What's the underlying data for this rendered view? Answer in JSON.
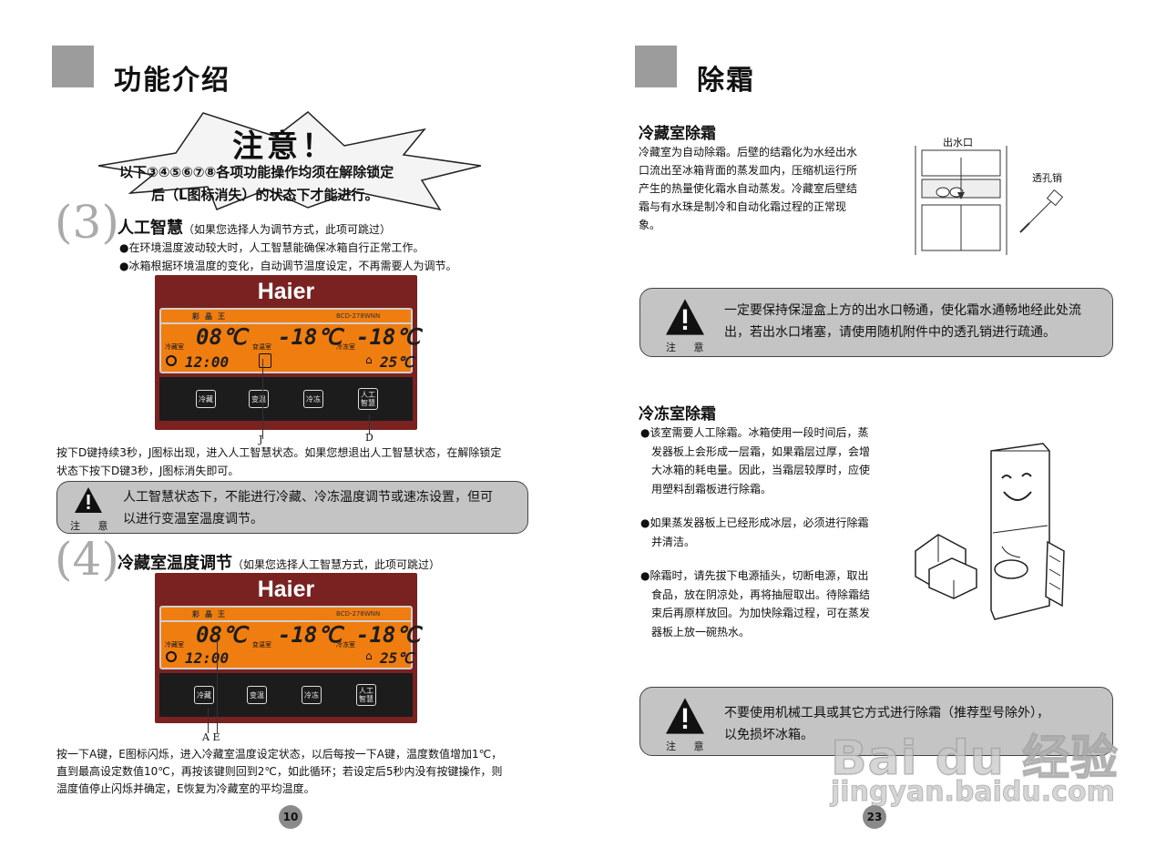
{
  "left": {
    "section_title": "功能介绍",
    "notice": {
      "title": "注意！",
      "line1": "以下③④⑤⑥⑦⑧各项功能操作均须在解除锁定",
      "line2": "后（L图标消失）的状态下才能进行。"
    },
    "item3": {
      "number": "(3)",
      "title": "人工智慧",
      "subtitle": "（如果您选择人为调节方式，此项可跳过）",
      "bullet1": "●在环境温度波动较大时，人工智慧能确保冰箱自行正常工作。",
      "bullet2": "●冰箱根据环境温度的变化，自动调节温度设定，不再需要人为调节。",
      "desc1": "按下D键持续3秒，J图标出现，进入人工智慧状态。如果您想退出人工智慧状态，在解除锁定",
      "desc2": "状态下按下D键3秒，J图标消失即可。",
      "warning1": "人工智慧状态下，不能进行冷藏、冷冻温度调节或速冻设置，但可",
      "warning2": "以进行变温室温度调节。",
      "warning_label": "注 意",
      "pointer_j": "J",
      "pointer_d": "D"
    },
    "item4": {
      "number": "(4)",
      "title": "冷藏室温度调节",
      "subtitle": "（如果您选择人工智慧方式，此项可跳过）",
      "pointer_ae": "A E",
      "desc1": "按一下A键，E图标闪烁，进入冷藏室温度设定状态，以后每按一下A键，温度数值增加1℃，",
      "desc2": "直到最高设定数值10℃，再按该键则回到2℃，如此循环；若设定后5秒内没有按键操作，则",
      "desc3": "温度值停止闪烁并确定，E恢复为冷藏室的平均温度。"
    },
    "panel": {
      "logo": "Haier",
      "brand": "彩晶王",
      "model": "BCD-278WNN",
      "fridge_label": "冷藏室",
      "variable_label": "变温室",
      "freezer_label": "冷冻室",
      "fridge_temp": "08℃",
      "variable_temp": "-18℃",
      "freezer_temp": "-18℃",
      "clock": "12:00",
      "ambient": "25℃",
      "key1": "冷藏",
      "key2": "变温",
      "key3": "冷冻",
      "key4": "人工智慧"
    },
    "page_number": "10"
  },
  "right": {
    "section_title": "除霜",
    "fridge_defrost": {
      "title": "冷藏室除霜",
      "p1": "冷藏室为自动除霜。后壁的结霜化为水经出水",
      "p2": "口流出至冰箱背面的蒸发皿内，压缩机运行所",
      "p3": "产生的热量使化霜水自动蒸发。冷藏室后壁结",
      "p4": "霜与有水珠是制冷和自动化霜过程的正常现",
      "p5": "象。",
      "label_outlet": "出水口",
      "label_pin": "透孔销"
    },
    "warning1": {
      "line1": "一定要保持保湿盒上方的出水口畅通，使化霜水通畅地经此处流",
      "line2": "出，若出水口堵塞，请使用随机附件中的透孔销进行疏通。",
      "label": "注 意"
    },
    "freezer_defrost": {
      "title": "冷冻室除霜",
      "b1": [
        "●该室需要人工除霜。冰箱使用一段时间后，蒸",
        "发器板上会形成一层霜，如果霜层过厚，会增",
        "大冰箱的耗电量。因此，当霜层较厚时，应使",
        "用塑料刮霜板进行除霜。"
      ],
      "b2": [
        "●如果蒸发器板上已经形成冰层，必须进行除霜",
        "并清洁。"
      ],
      "b3": [
        "●除霜时，请先拔下电源插头，切断电源，取出",
        "食品，放在阴凉处，再将抽屉取出。待除霜结",
        "束后再原样放回。为加快除霜过程，可在蒸发",
        "器板上放一碗热水。"
      ]
    },
    "warning2": {
      "line1": "不要使用机械工具或其它方式进行除霜（推荐型号除外），",
      "line2": "以免损坏冰箱。",
      "label": "注 意"
    },
    "watermark": "Bai du 经验",
    "watermark_url": "jingyan.baidu.com",
    "page_number": "23"
  }
}
